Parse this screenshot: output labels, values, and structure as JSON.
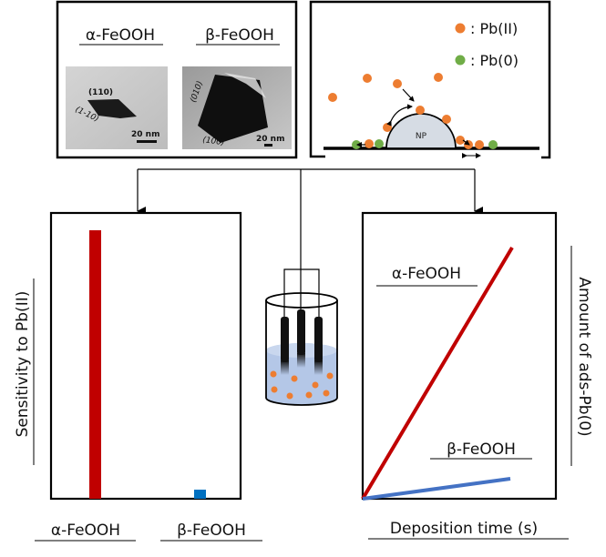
{
  "top_left_panel": {
    "title_alpha": "α-FeOOH",
    "title_beta": "β-FeOOH",
    "tem_alpha": {
      "facet_top": "(110)",
      "facet_side": "(1-10)",
      "scale_bar": "20 nm"
    },
    "tem_beta": {
      "facet_side": "(010)",
      "facet_bottom": "(100)",
      "scale_bar": "20 nm"
    }
  },
  "top_right_panel": {
    "legend": [
      {
        "symbol": "orange-dot",
        "color": "#ED7D31",
        "label": ": Pb(II)"
      },
      {
        "symbol": "green-dot",
        "color": "#70AD47",
        "label": ": Pb(0)"
      }
    ],
    "nanoparticle_label": "NP"
  },
  "left_chart": {
    "ylabel": "Sensitivity to Pb(II)",
    "categories": [
      "α-FeOOH",
      "β-FeOOH"
    ]
  },
  "right_chart": {
    "ylabel": "Amount of ads-Pb(0)",
    "xlabel": "Deposition time (s)",
    "line_label_alpha": "α-FeOOH",
    "line_label_beta": "β-FeOOH"
  },
  "colors": {
    "alpha": "#C00000",
    "beta_bar": "#0070C0",
    "beta_line": "#4472C4",
    "pb2": "#ED7D31",
    "pb0": "#70AD47",
    "np_fill": "#D6DCE4",
    "solution": "#B4C7E7"
  },
  "chart_data": [
    {
      "type": "bar",
      "title": "",
      "xlabel": "",
      "ylabel": "Sensitivity to Pb(II)",
      "categories": [
        "α-FeOOH",
        "β-FeOOH"
      ],
      "values": [
        100,
        3.4
      ],
      "ylim": [
        0,
        100
      ],
      "grid": false,
      "colors": [
        "#C00000",
        "#0070C0"
      ]
    },
    {
      "type": "line",
      "title": "",
      "xlabel": "Deposition time (s)",
      "ylabel": "Amount of ads-Pb(0)",
      "x": [
        0,
        1
      ],
      "series": [
        {
          "name": "α-FeOOH",
          "values": [
            0,
            100
          ],
          "color": "#C00000"
        },
        {
          "name": "β-FeOOH",
          "values": [
            0,
            8
          ],
          "color": "#4472C4"
        }
      ],
      "grid": false,
      "legend": "inline labels"
    }
  ]
}
